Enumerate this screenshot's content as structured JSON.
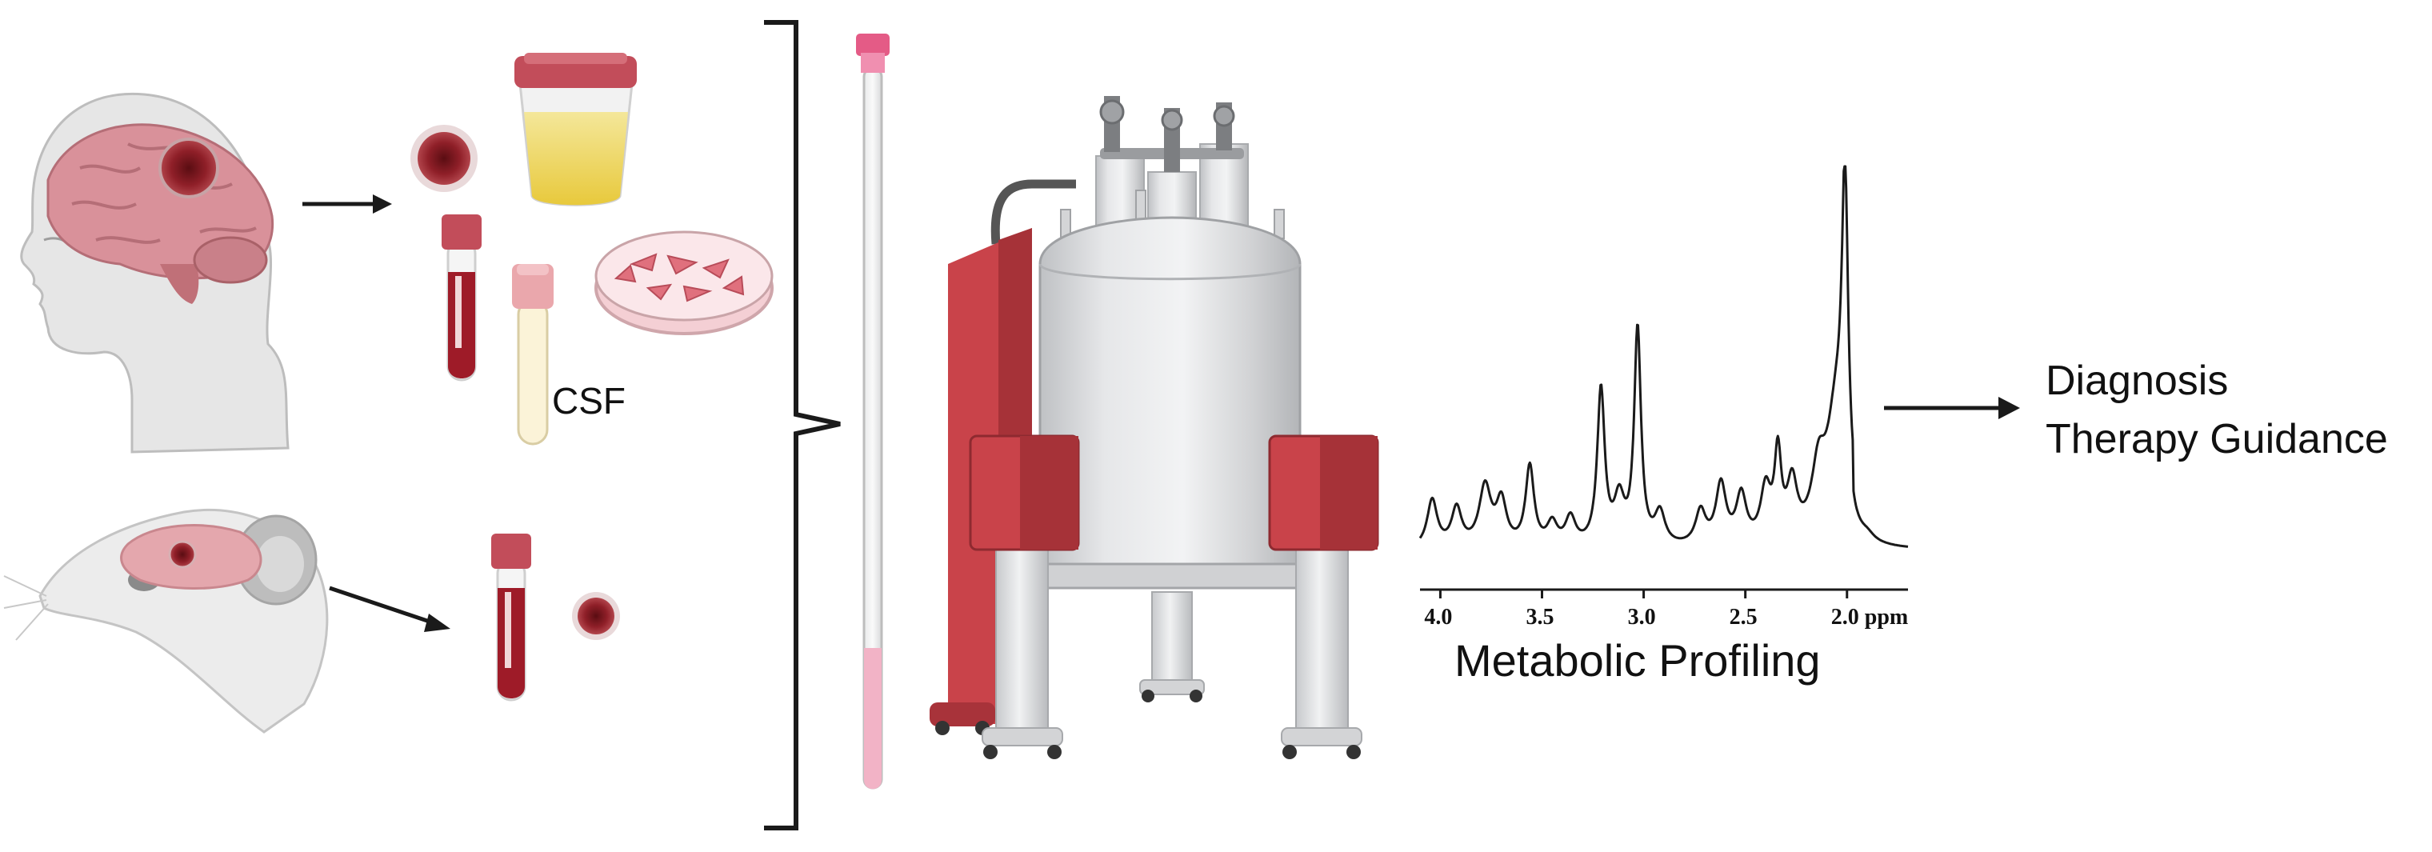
{
  "labels": {
    "csf": "CSF",
    "metabolic": "Metabolic Profiling",
    "diagnosis": "Diagnosis",
    "therapy": "Therapy Guidance"
  },
  "spectrum": {
    "x_unit": "ppm",
    "x_ticks": [
      "4.0",
      "3.5",
      "3.0",
      "2.5",
      "2.0 ppm"
    ],
    "x_tick_values": [
      4.0,
      3.5,
      3.0,
      2.5,
      2.0
    ]
  }
}
